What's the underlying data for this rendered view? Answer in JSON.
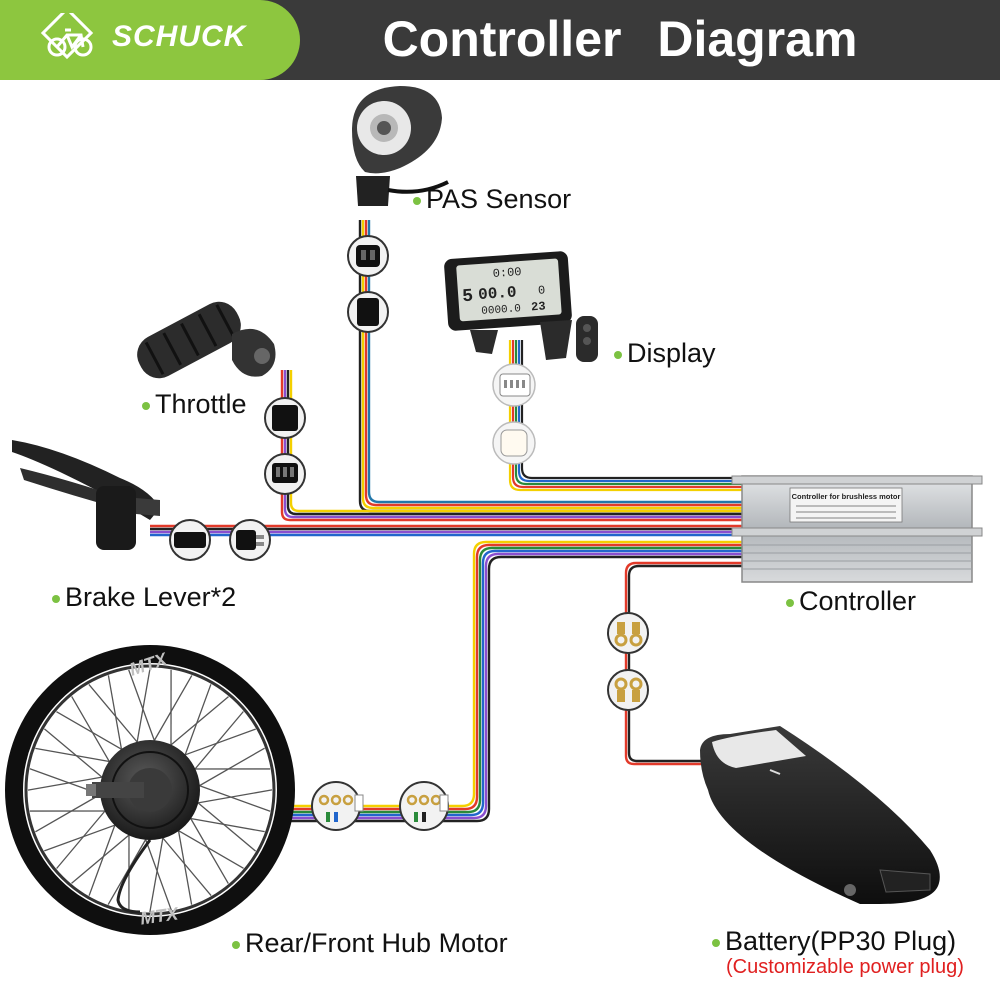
{
  "header": {
    "brand": "SCHUCK",
    "title": "Controller  Diagram"
  },
  "colors": {
    "accent": "#8dc63f",
    "header_bg": "#3a3a3a",
    "dot": "#7cc242",
    "note": "#e02020"
  },
  "components": {
    "pas_sensor": "PAS Sensor",
    "display": "Display",
    "throttle": "Throttle",
    "brake_lever": "Brake Lever*2",
    "controller": "Controller",
    "hub_motor": "Rear/Front Hub Motor",
    "battery": "Battery(PP30 Plug)"
  },
  "battery_note": "(Customizable power plug)",
  "display_screen": {
    "top": "0:00",
    "speed": "00.0",
    "odo": "0000.0",
    "mid": "0",
    "side": "23",
    "left": "5"
  },
  "controller_plate": "Controller for brushless motor",
  "rim_text": "MTX"
}
